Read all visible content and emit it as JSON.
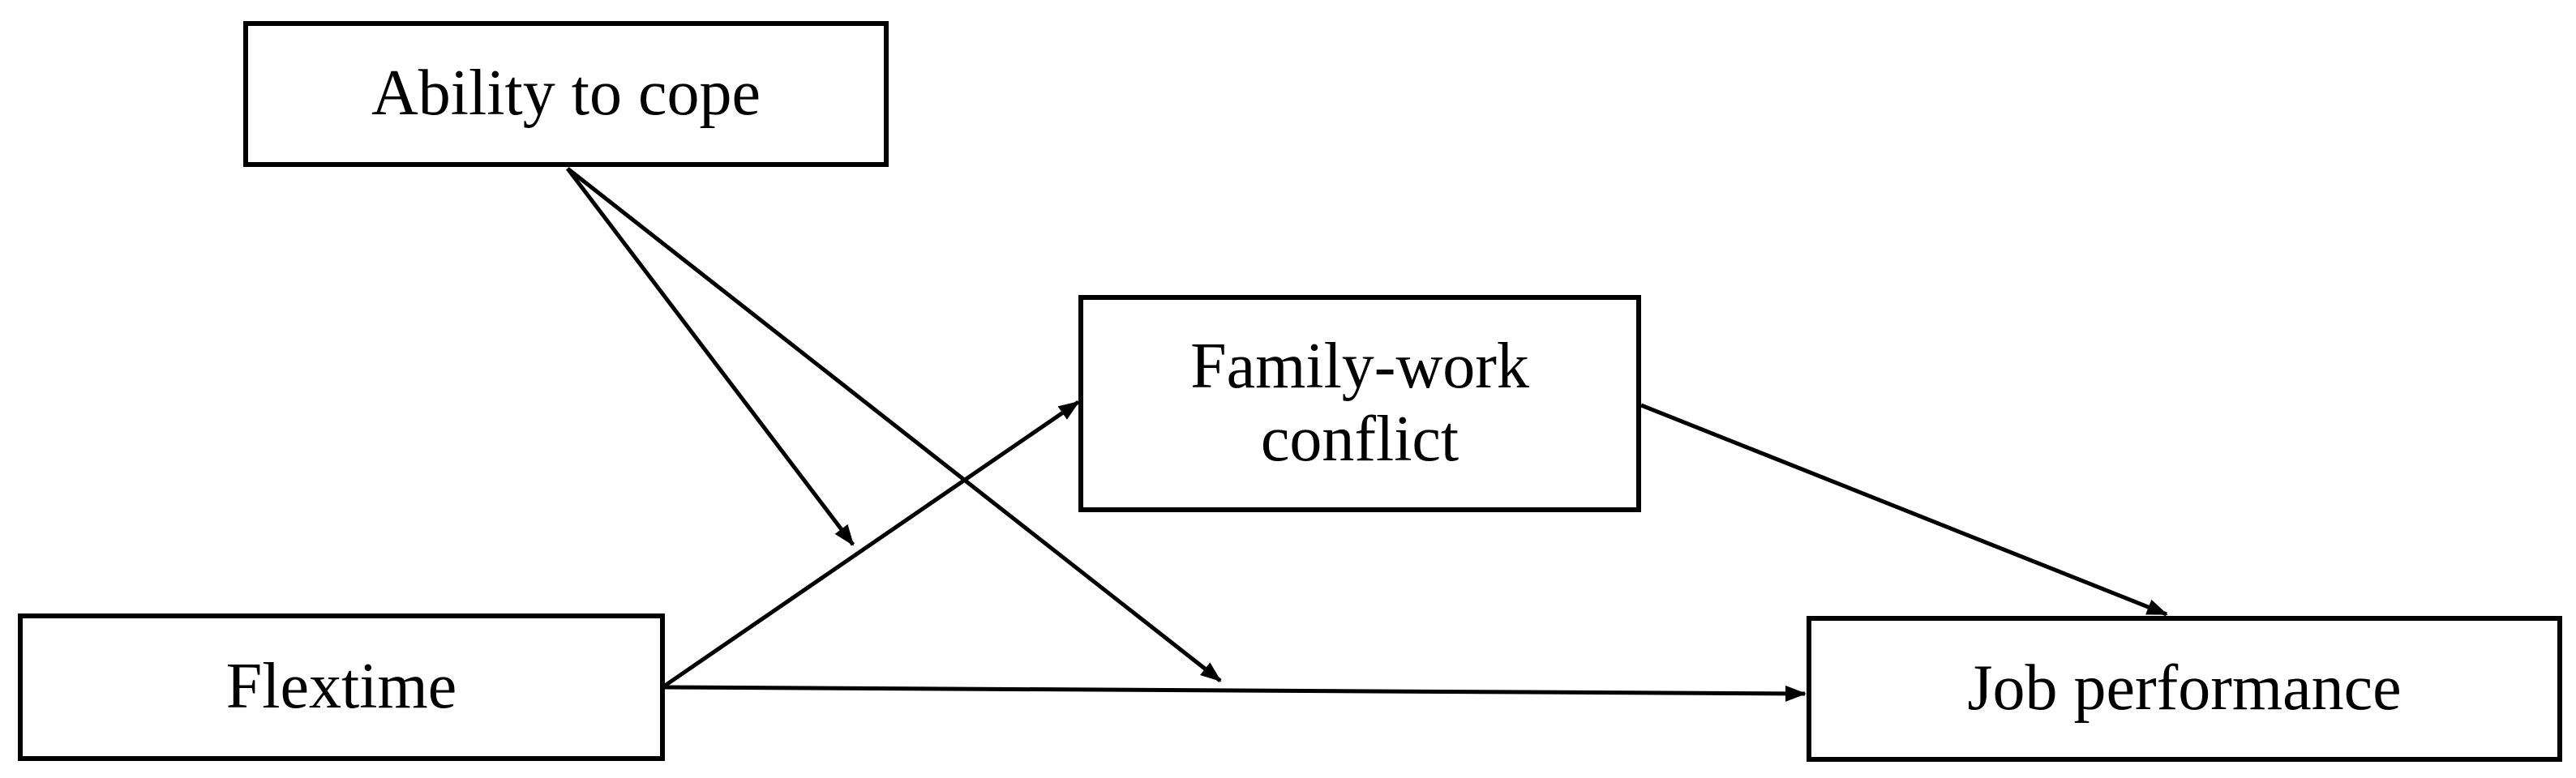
{
  "diagram": {
    "nodes": {
      "ability_to_cope": "Ability to cope",
      "family_work_conflict": "Family-work\nconflict",
      "flextime": "Flextime",
      "job_performance": "Job performance"
    },
    "edges": [
      {
        "from": "Ability to cope",
        "to": "Flextime → Family-work conflict path",
        "type": "moderation"
      },
      {
        "from": "Ability to cope",
        "to": "Flextime → Job performance path",
        "type": "moderation"
      },
      {
        "from": "Flextime",
        "to": "Family-work conflict",
        "type": "direct"
      },
      {
        "from": "Flextime",
        "to": "Job performance",
        "type": "direct"
      },
      {
        "from": "Family-work conflict",
        "to": "Job performance",
        "type": "direct"
      }
    ]
  }
}
